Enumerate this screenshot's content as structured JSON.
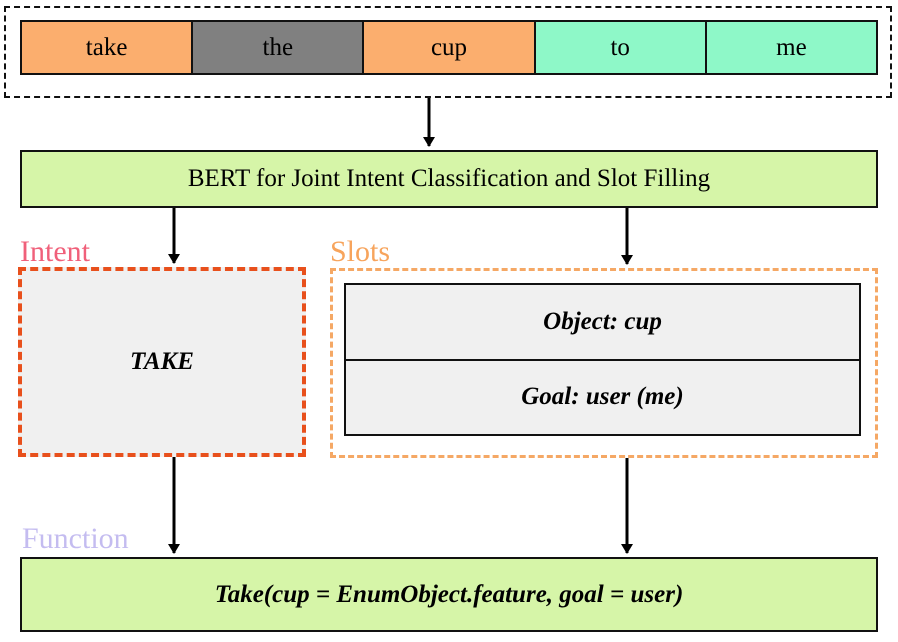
{
  "tokens": [
    {
      "text": "take",
      "color": "#fbae6e"
    },
    {
      "text": "the",
      "color": "#808080"
    },
    {
      "text": "cup",
      "color": "#fbae6e"
    },
    {
      "text": "to",
      "color": "#8ef8c8"
    },
    {
      "text": "me",
      "color": "#8ef8c8"
    }
  ],
  "model": {
    "label": "BERT for Joint Intent Classification and Slot Filling"
  },
  "intent": {
    "heading": "Intent",
    "heading_color": "#f0607a",
    "value": "TAKE"
  },
  "slots": {
    "heading": "Slots",
    "heading_color": "#f7a45c",
    "items": [
      "Object: cup",
      "Goal: user (me)"
    ]
  },
  "function": {
    "heading": "Function",
    "heading_color": "#c4bcf0",
    "call": "Take(cup = EnumObject.feature, goal = user)"
  },
  "colors": {
    "green_box": "#d6f5a8",
    "intent_border": "#e8501c",
    "slots_border": "#f5a865",
    "gray_box": "#f0f0f0"
  }
}
